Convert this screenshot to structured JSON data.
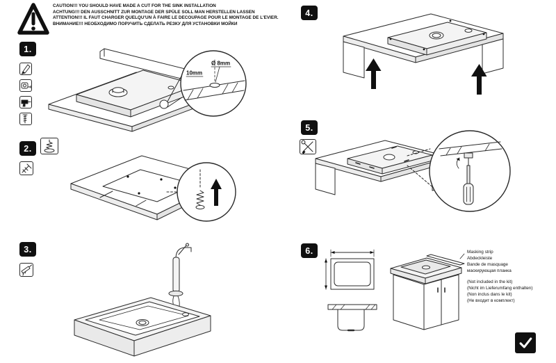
{
  "colors": {
    "ink": "#101010",
    "line": "#2a2a2a",
    "fill_light": "#f4f4f4",
    "fill_mid": "#e9e9e9"
  },
  "warning": {
    "lines": [
      "CAUTION!!! YOU SHOULD HAVE MADE A CUT FOR THE SINK INSTALLATION",
      "ACHTUNG!!! DEN AUSSCHNITT ZUR MONTAGE DER SPÜLE SOLL MAN HERSTELLEN LASSEN",
      "ATTENTION!!! IL FAUT CHARGER QUELQU'UN À FAIRE LE DECOUPAGE POUR LE MONTAGE DE L'EVIER.",
      "ВНИМАНИЕ!!! НЕОБХОДИМО ПОРУЧИТЬ СДЕЛАТЬ РЕЗКУ ДЛЯ УСТАНОВКИ МОЙКИ"
    ]
  },
  "steps": {
    "s1": {
      "number": "1.",
      "dims": {
        "diameter": "Ø 8mm",
        "depth": "10mm"
      }
    },
    "s2": {
      "number": "2."
    },
    "s3": {
      "number": "3."
    },
    "s4": {
      "number": "4."
    },
    "s5": {
      "number": "5."
    },
    "s6": {
      "number": "6.",
      "masking_strip_labels": [
        "Masking strip",
        "Abdeckleiste",
        "Bande de masquage",
        "маскирующая планка"
      ],
      "not_included_labels": [
        "(Not included in the kit)",
        "(Nicht im Lieferumfang enthalten)",
        "(Non inclus dans le kit)",
        "(Не входит в комплект)"
      ]
    }
  },
  "icons": {
    "warning-triangle": "⚠ exclamation-in-triangle",
    "scriber": "pencil-shape",
    "tape-measure": "tape-measure-shape",
    "drill": "power-drill-shape",
    "screw": "screw-shape",
    "mounting-clip": "spring-clip-shape",
    "diagonal-screw": "screw-shape",
    "silicone-gun": "caulk-gun-shape",
    "hand-tools": "screwdriver-and-wrench-shape",
    "up-arrow": "▲",
    "checkmark": "✓"
  }
}
